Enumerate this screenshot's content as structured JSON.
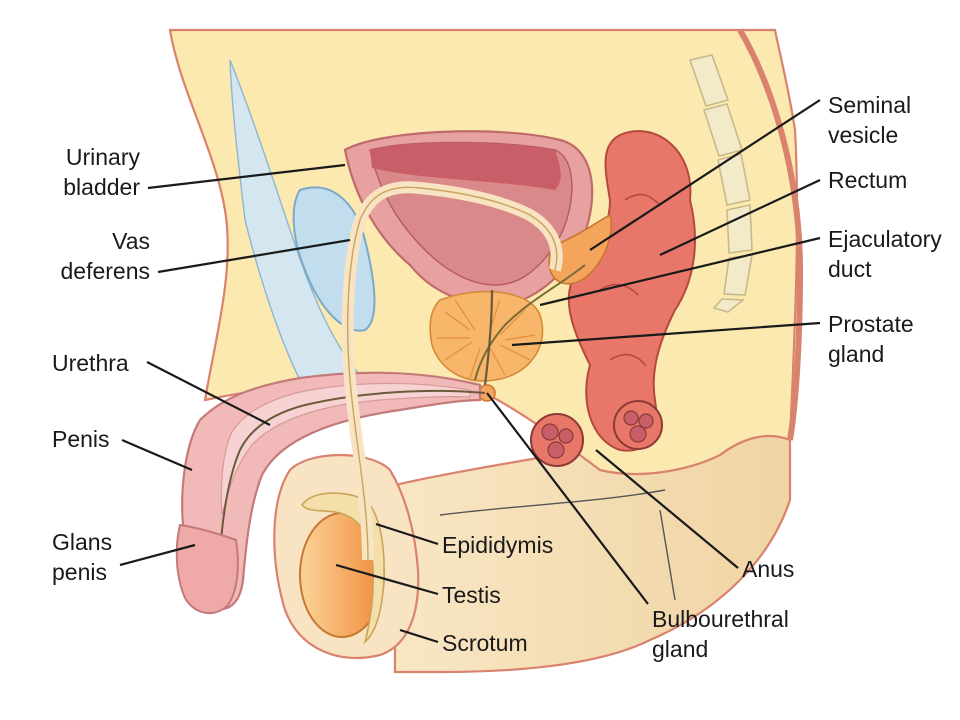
{
  "labels": {
    "urinary_bladder": [
      "Urinary",
      "bladder"
    ],
    "vas_deferens": [
      "Vas",
      "deferens"
    ],
    "urethra": "Urethra",
    "penis": "Penis",
    "glans_penis": [
      "Glans",
      "penis"
    ],
    "seminal_vesicle": [
      "Seminal",
      "vesicle"
    ],
    "rectum": "Rectum",
    "ejaculatory_duct": [
      "Ejaculatory",
      "duct"
    ],
    "prostate_gland": [
      "Prostate",
      "gland"
    ],
    "epididymis": "Epididymis",
    "testis": "Testis",
    "scrotum": "Scrotum",
    "anus": "Anus",
    "bulbourethral_gland": [
      "Bulbourethral",
      "gland"
    ]
  },
  "colors": {
    "skin": "#f5dfb8",
    "skin_outline": "#d9826d",
    "body_fill": "#fbe9b0",
    "bladder_outer": "#e7a1a1",
    "bladder_inner": "#c85f68",
    "vessel_blue": "#c2ddee",
    "penis_pink": "#f2b9b9",
    "testis_orange": "#f5a45c",
    "prostate_orange": "#f7b66a",
    "rectum_red": "#e8776a",
    "vertebra": "#f2eac8",
    "leader_line": "#1a1a1a"
  }
}
